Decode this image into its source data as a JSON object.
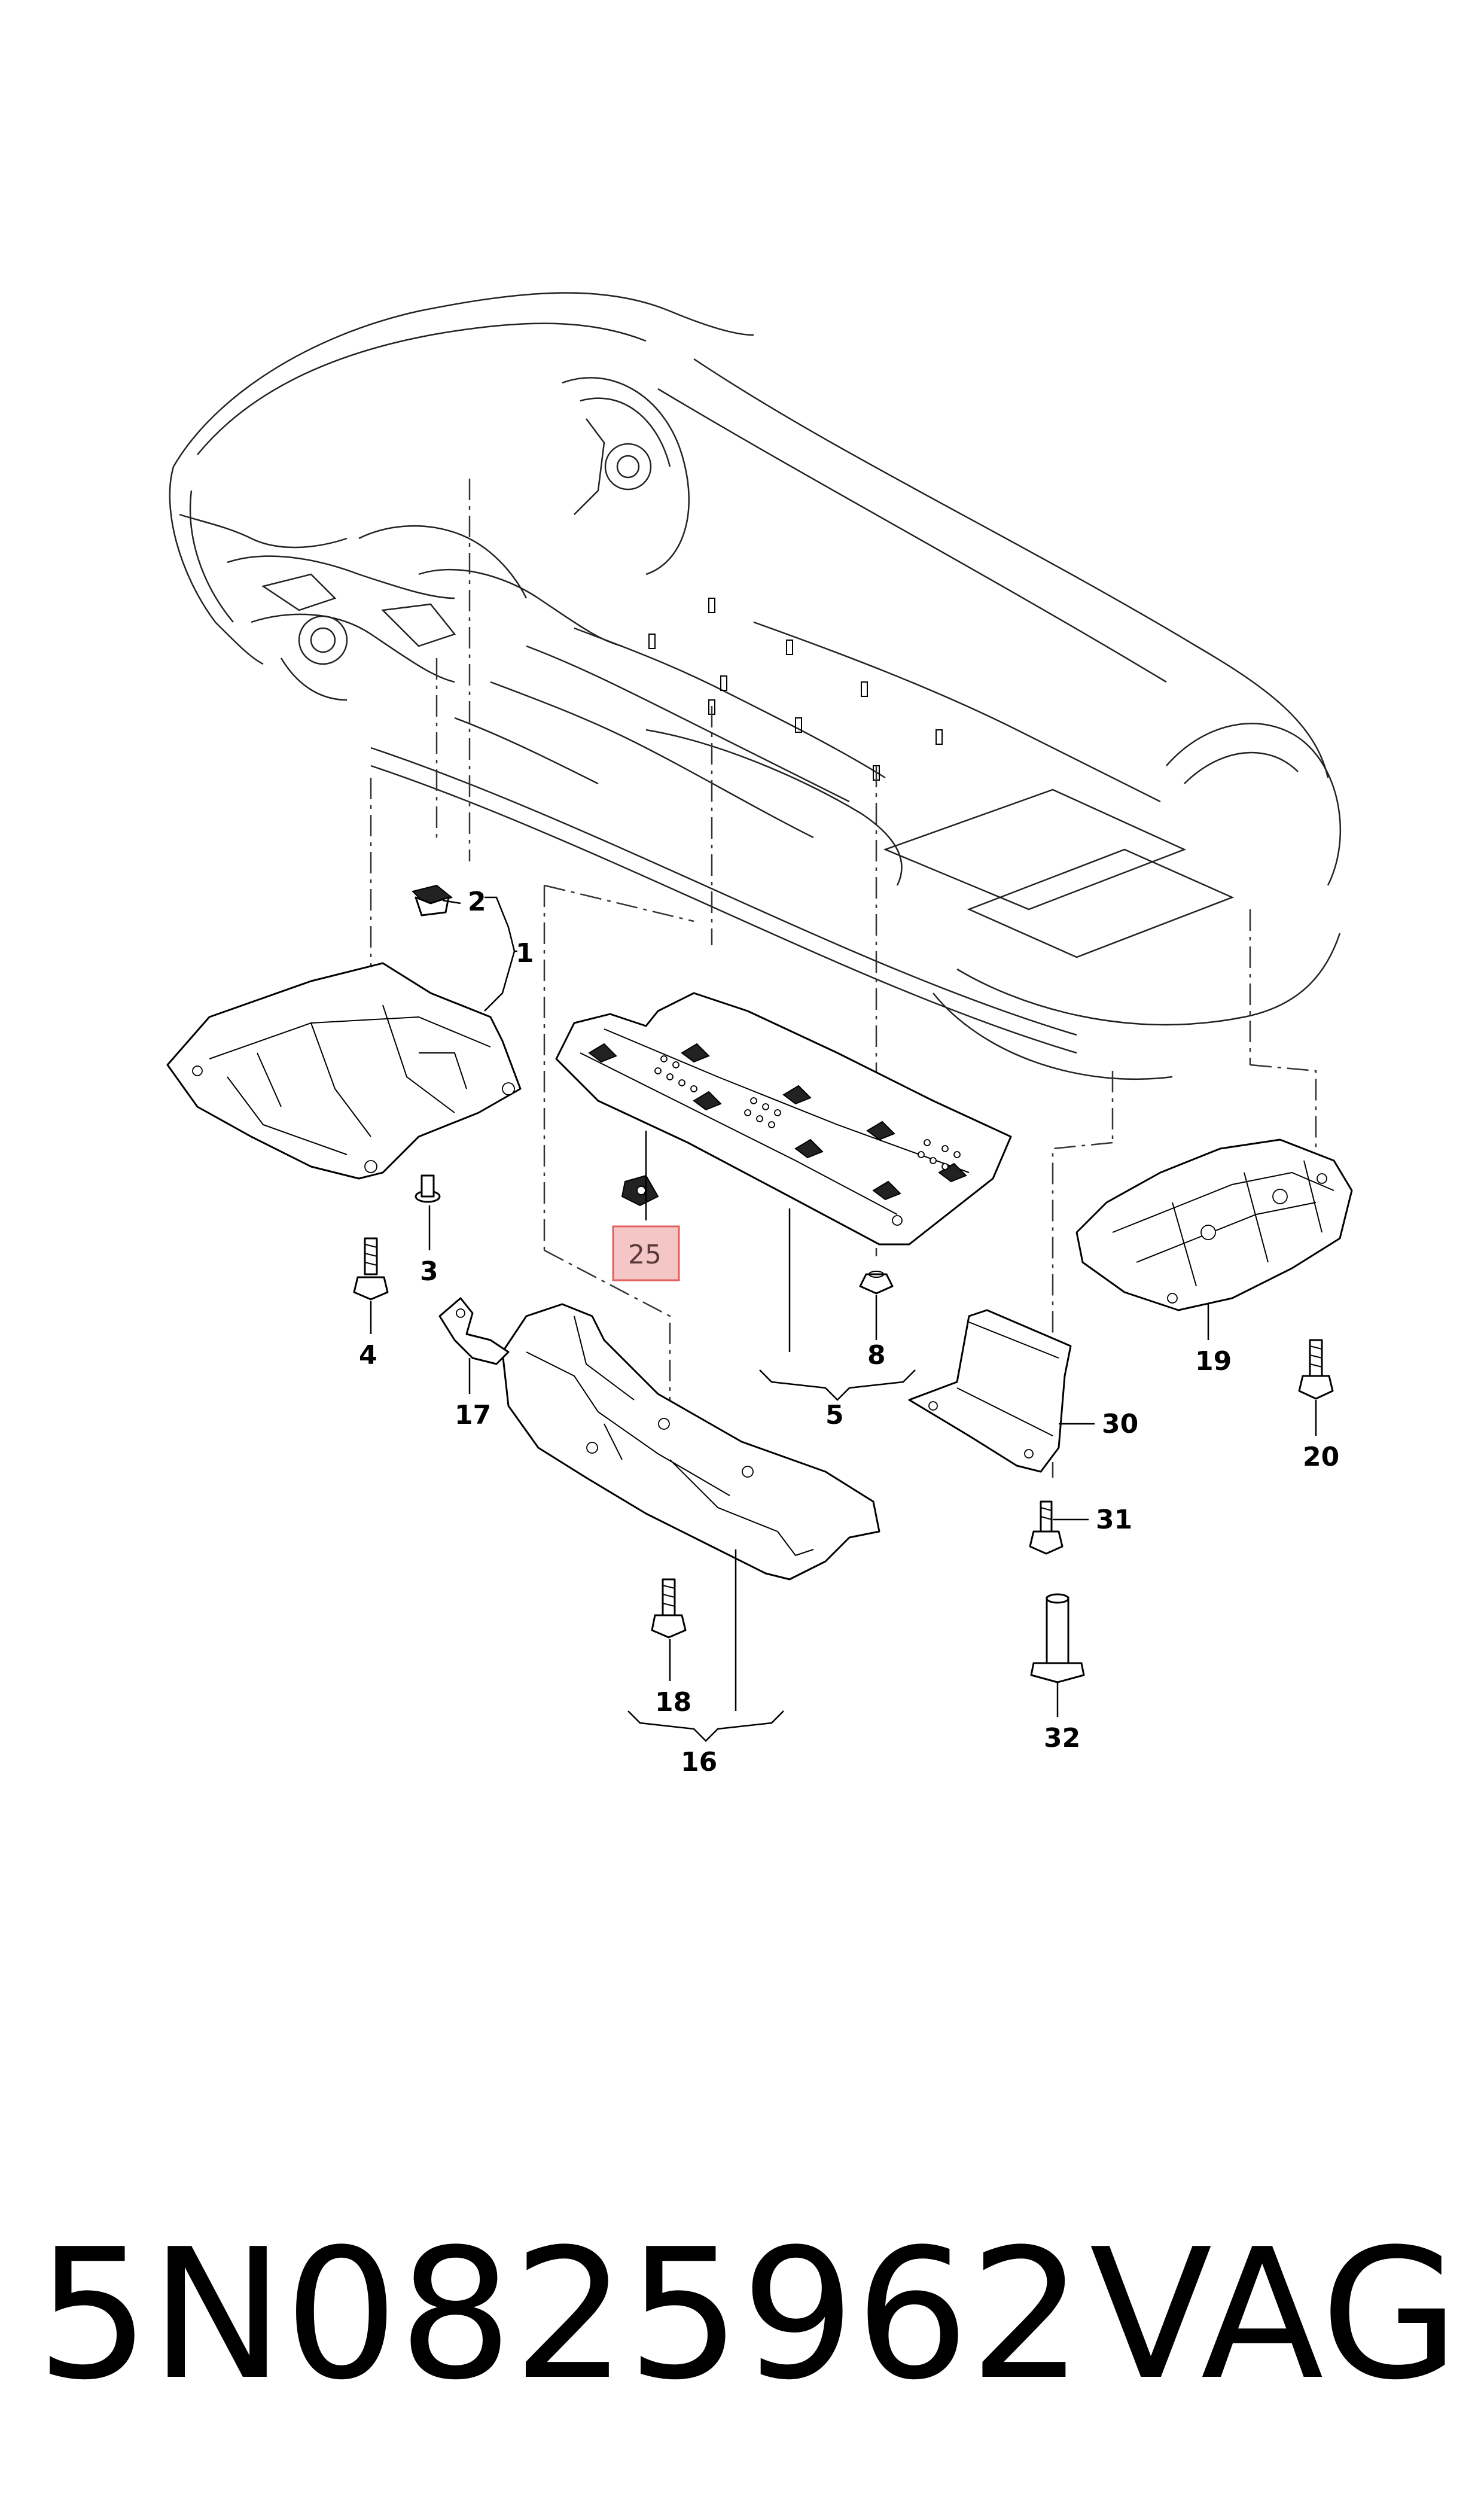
{
  "diagram": {
    "callouts": {
      "c1": "1",
      "c2": "2",
      "c3": "3",
      "c4": "4",
      "c5": "5",
      "c8": "8",
      "c16": "16",
      "c17": "17",
      "c18": "18",
      "c19": "19",
      "c20": "20",
      "c25": "25",
      "c30": "30",
      "c31": "31",
      "c32": "32"
    },
    "highlighted_callout": "25",
    "highlight_color": "#f4c6c6",
    "highlight_border": "#e06060"
  },
  "caption": {
    "part_number": "5N0825962",
    "brand": "VAG"
  }
}
